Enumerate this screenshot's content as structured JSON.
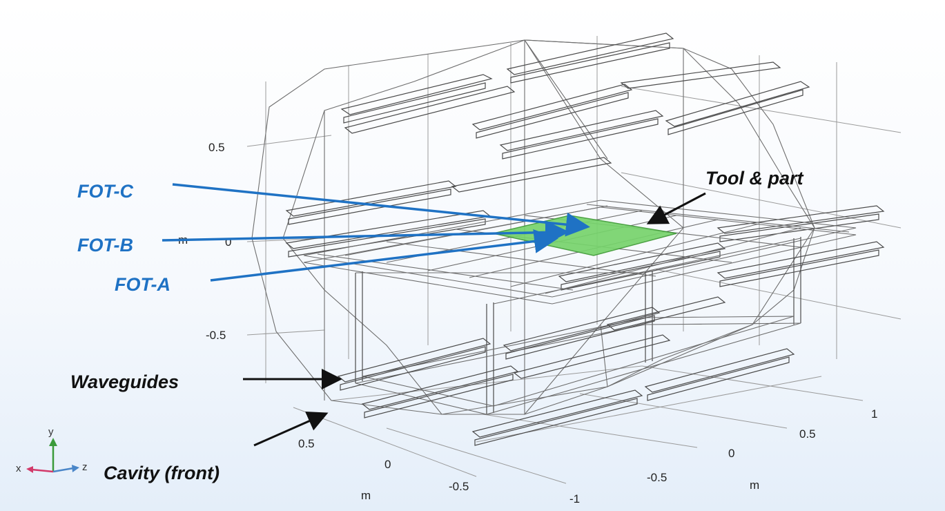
{
  "labels": {
    "fot_c": "FOT-C",
    "fot_b": "FOT-B",
    "fot_a": "FOT-A",
    "tool_part": "Tool & part",
    "waveguides": "Waveguides",
    "cavity_front": "Cavity (front)"
  },
  "y_axis": {
    "unit": "m",
    "ticks": [
      "0.5",
      "0",
      "-0.5"
    ]
  },
  "x_axis": {
    "unit": "m",
    "ticks": [
      "0.5",
      "0",
      "-0.5"
    ]
  },
  "z_axis": {
    "unit": "m",
    "ticks": [
      "-1",
      "-0.5",
      "0",
      "0.5",
      "1"
    ]
  },
  "triad": {
    "x": "x",
    "y": "y",
    "z": "z"
  },
  "colors": {
    "fot_blue": "#1f72c4",
    "part_green": "#77d46c",
    "wire": "#6e6e6e"
  }
}
